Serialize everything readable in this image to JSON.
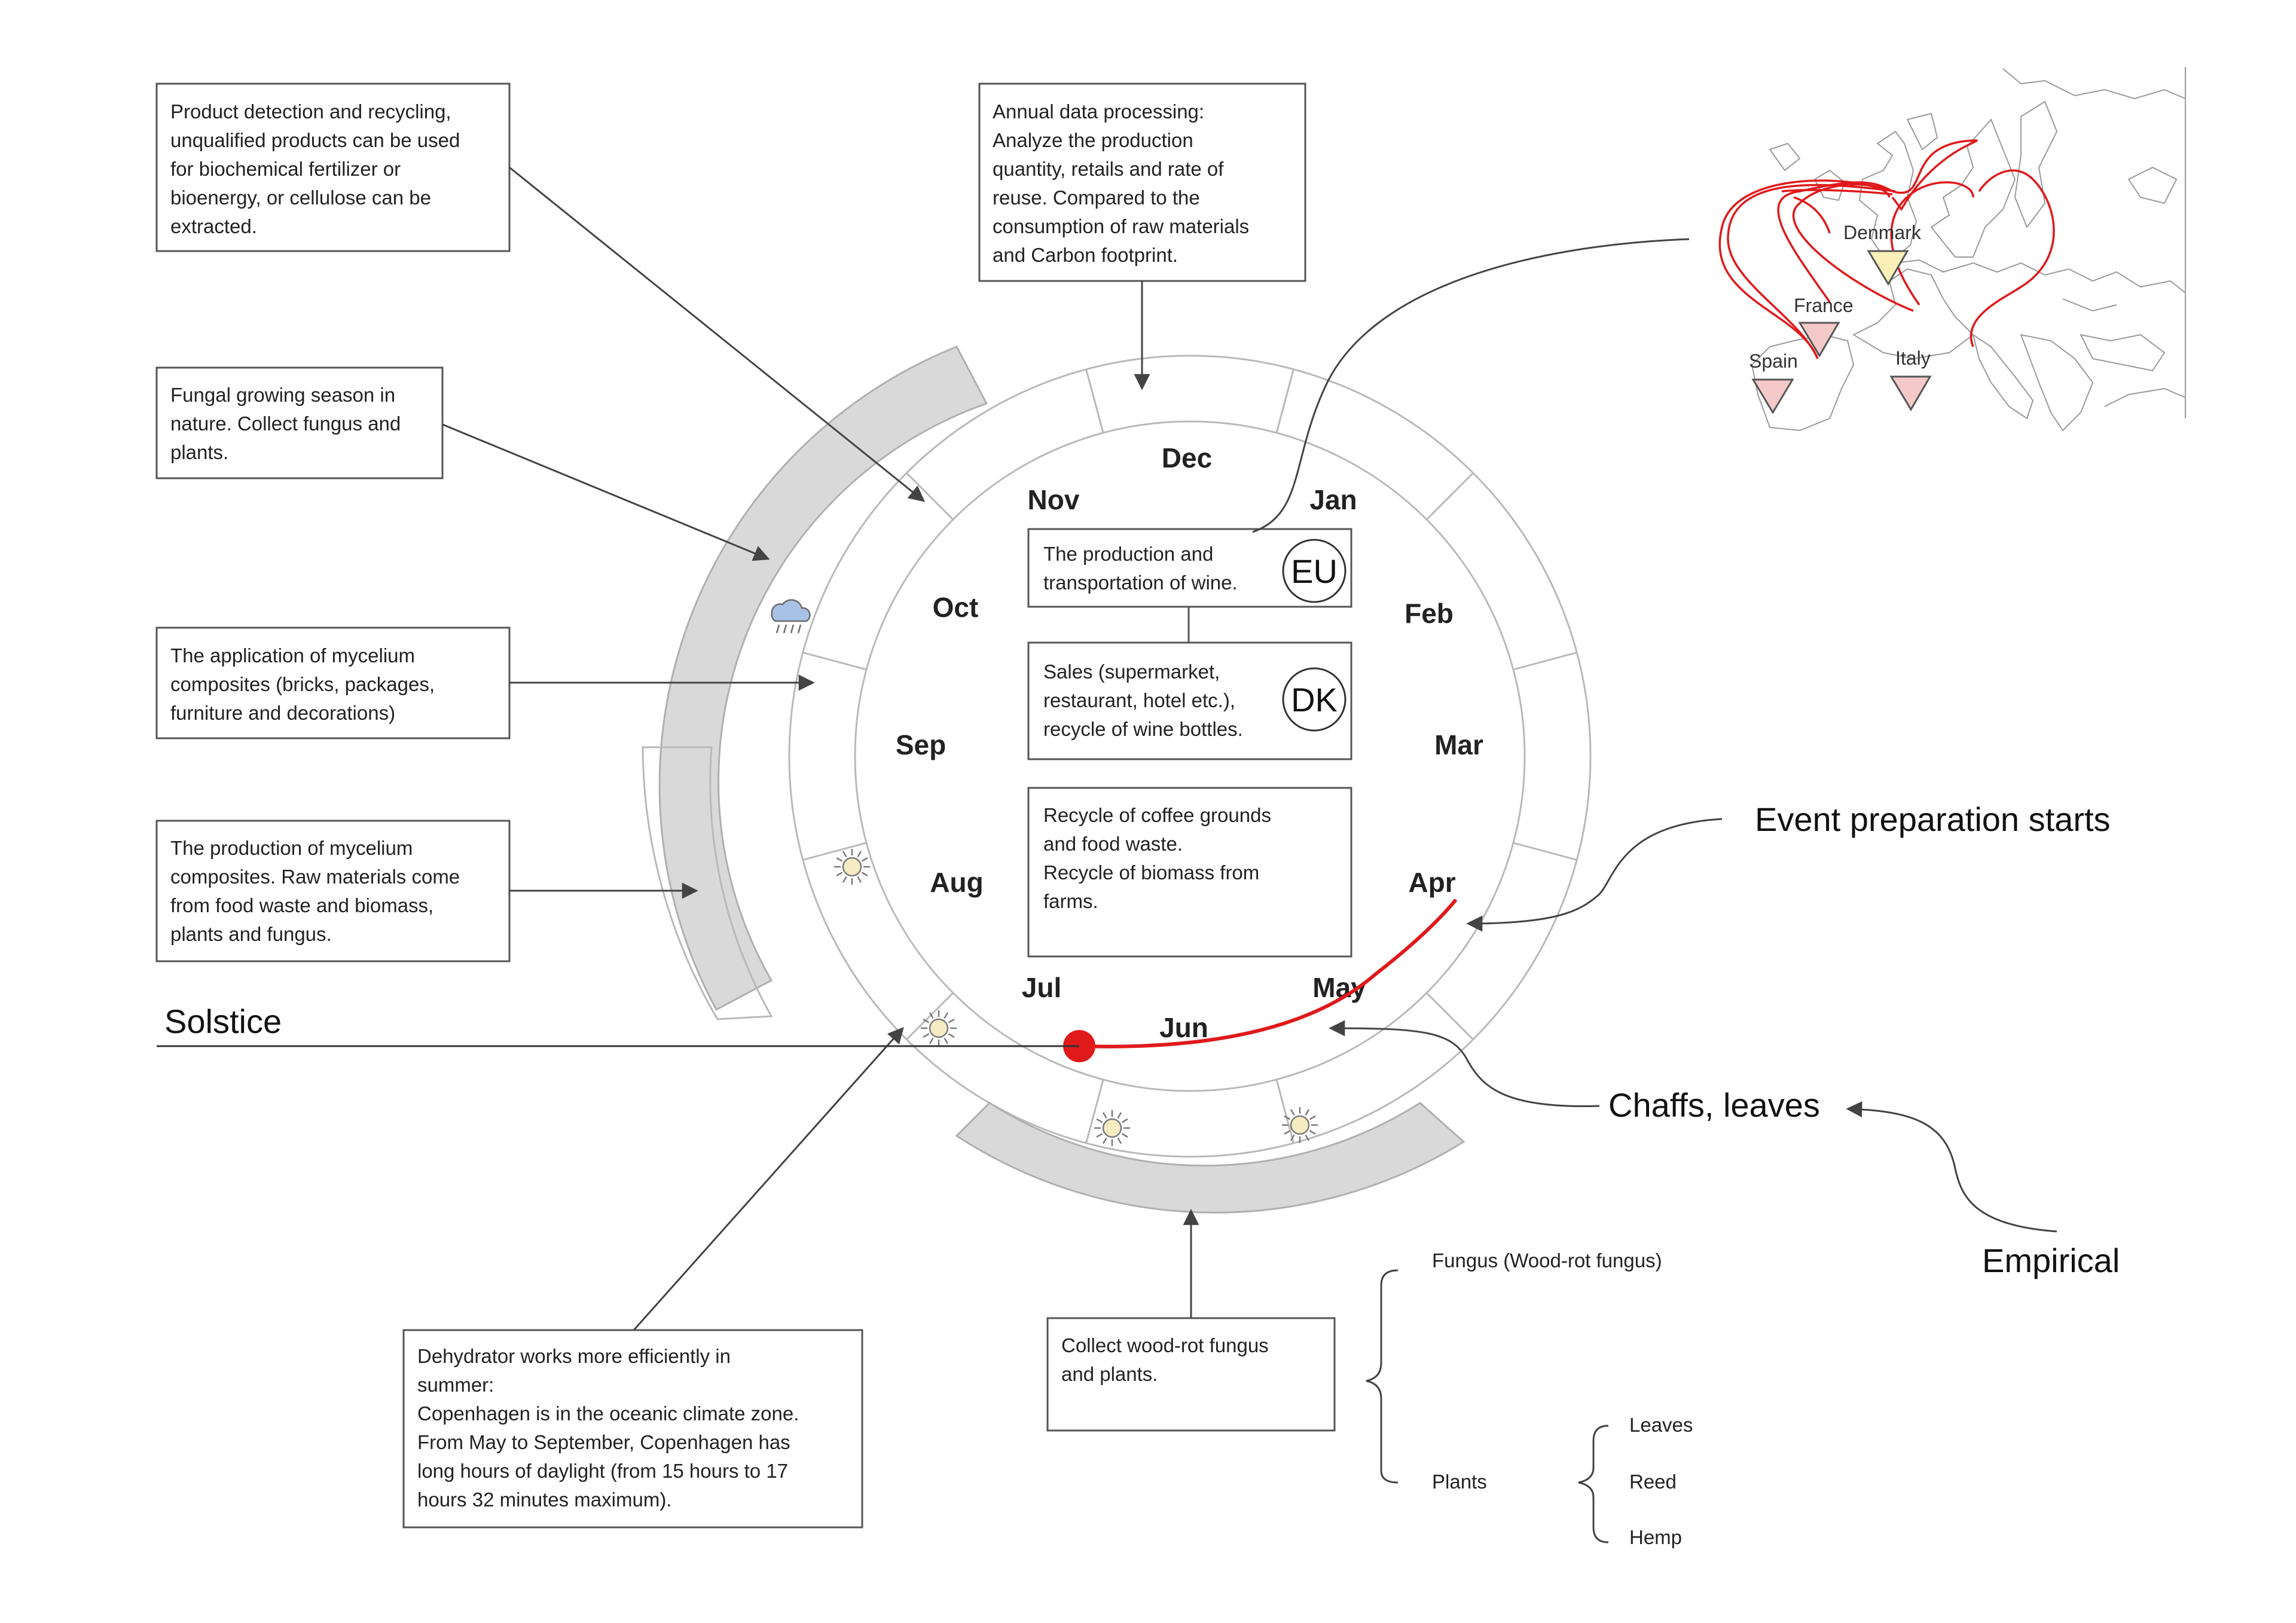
{
  "boxes": {
    "recycling": [
      "Product detection and recycling,",
      "unqualified products can be used",
      "for biochemical fertilizer or",
      "bioenergy, or cellulose can be",
      "extracted."
    ],
    "fungal_season": [
      "Fungal growing season in",
      "nature. Collect fungus and",
      "plants."
    ],
    "application": [
      "The application of mycelium",
      "composites (bricks, packages,",
      "furniture and decorations)"
    ],
    "production": [
      "The production of mycelium",
      "composites. Raw materials come",
      "from food waste and biomass,",
      "plants and fungus."
    ],
    "annual": [
      "Annual data processing:",
      "Analyze the production",
      "quantity, retails and rate of",
      "reuse. Compared to the",
      "consumption of raw materials",
      "and Carbon footprint."
    ],
    "wine": [
      "The production and",
      "transportation of wine."
    ],
    "sales": [
      "Sales (supermarket,",
      "restaurant, hotel etc.),",
      "recycle of wine bottles."
    ],
    "coffee": [
      "Recycle of coffee grounds",
      "and food waste.",
      "",
      "Recycle of biomass from",
      "farms."
    ],
    "dehydrator": [
      "Dehydrator works more efficiently in",
      "summer:",
      "Copenhagen is in the oceanic climate zone.",
      "From May to September, Copenhagen has",
      "long hours of daylight (from 15 hours to 17",
      "hours 32 minutes maximum)."
    ],
    "collect": [
      "Collect wood-rot fungus",
      "and plants."
    ]
  },
  "codes": {
    "eu": "EU",
    "dk": "DK"
  },
  "months": {
    "jan": "Jan",
    "feb": "Feb",
    "mar": "Mar",
    "apr": "Apr",
    "may": "May",
    "jun": "Jun",
    "jul": "Jul",
    "aug": "Aug",
    "sep": "Sep",
    "oct": "Oct",
    "nov": "Nov",
    "dec": "Dec"
  },
  "labels": {
    "solstice": "Solstice",
    "event": "Event preparation starts",
    "chaffs": "Chaffs, leaves",
    "empirical": "Empirical"
  },
  "tree": {
    "fungus": "Fungus (Wood-rot fungus)",
    "plants": "Plants",
    "leaves": "Leaves",
    "reed": "Reed",
    "hemp": "Hemp"
  },
  "map": {
    "denmark": "Denmark",
    "france": "France",
    "spain": "Spain",
    "italy": "Italy"
  },
  "colors": {
    "highlight": "#e0191b",
    "band": "#d9d9d9",
    "outline": "#555555",
    "destination_marker": "#fbf1b8",
    "origin_marker": "#f5c9c9",
    "icon_cloud": "#a7c2e6",
    "icon_sun": "#f6ecc3"
  },
  "icons": [
    "cloud-rain-icon",
    "sun-icon"
  ]
}
